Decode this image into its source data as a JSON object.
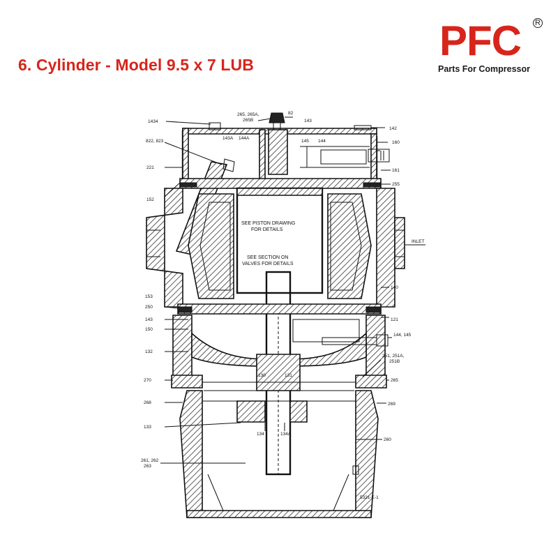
{
  "page_title": "6. Cylinder - Model 9.5 x 7 LUB",
  "logo": {
    "brand": "PFC",
    "registered": "R",
    "tagline": "Parts For Compressor"
  },
  "diagram": {
    "notes": {
      "piston_1": "SEE PISTON DRAWING",
      "piston_2": "FOR DETAILS",
      "valves_1": "SEE SECTION ON",
      "valves_2": "VALVES FOR DETAILS",
      "inlet": "INLET",
      "drawing_no": "5321-E-1"
    },
    "labels": {
      "l265": "265, 265A,",
      "l265b": "265B",
      "l82": "82",
      "l143top": "143",
      "l142": "142",
      "l1434": "1434",
      "l143a": "143A",
      "l144a": "144A",
      "l145": "145",
      "l144": "144",
      "l160": "160",
      "l822": "822, 823",
      "l221": "221",
      "l161": "161",
      "l255": "255",
      "l152": "152",
      "l140": "140",
      "l153": "153",
      "l250": "250",
      "l143b": "143",
      "l121": "121",
      "l150": "150",
      "l144_145": "144, 145",
      "l132": "132",
      "l251": "251, 251A,",
      "l251b": "251B",
      "l270": "270",
      "l130": "130",
      "l131": "131",
      "l265r": "265",
      "l268": "268",
      "l269": "269",
      "l133": "133",
      "l134": "134",
      "l134a": "134A",
      "l260": "260",
      "l261": "261, 262",
      "l263": "263"
    }
  }
}
